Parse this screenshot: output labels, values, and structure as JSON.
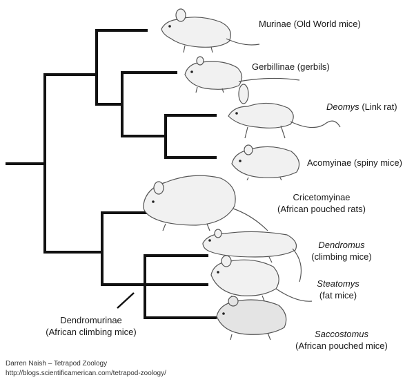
{
  "taxa": {
    "murinae": "Murinae (Old World mice)",
    "gerbillinae": "Gerbillinae (gerbils)",
    "deomys": {
      "genus": "Deomys",
      "common": "(Link rat)"
    },
    "acomyinae": "Acomyinae (spiny mice)",
    "cricetomyinae": {
      "line1": "Cricetomyinae",
      "line2": "(African pouched rats)"
    },
    "dendromus": {
      "genus": "Dendromus",
      "common": "(climbing mice)"
    },
    "steatomys": {
      "genus": "Steatomys",
      "common": "(fat mice)"
    },
    "saccostomus": {
      "genus": "Saccostomus",
      "common": "(African pouched mice)"
    }
  },
  "clade": {
    "line1": "Dendromurinae",
    "line2": "(African climbing mice)"
  },
  "credit": {
    "line1": "Darren Naish – Tetrapod Zoology",
    "line2": "http://blogs.scientificamerican.com/tetrapod-zoology/"
  },
  "illustrations": [
    "mouse",
    "gerbil",
    "link-rat",
    "spiny-mouse",
    "pouched-rat",
    "climbing-mouse",
    "fat-mouse",
    "pouched-mouse"
  ],
  "colors": {
    "branch": "#111111",
    "sketch": "#555555",
    "fill": "#f1f1f1"
  }
}
